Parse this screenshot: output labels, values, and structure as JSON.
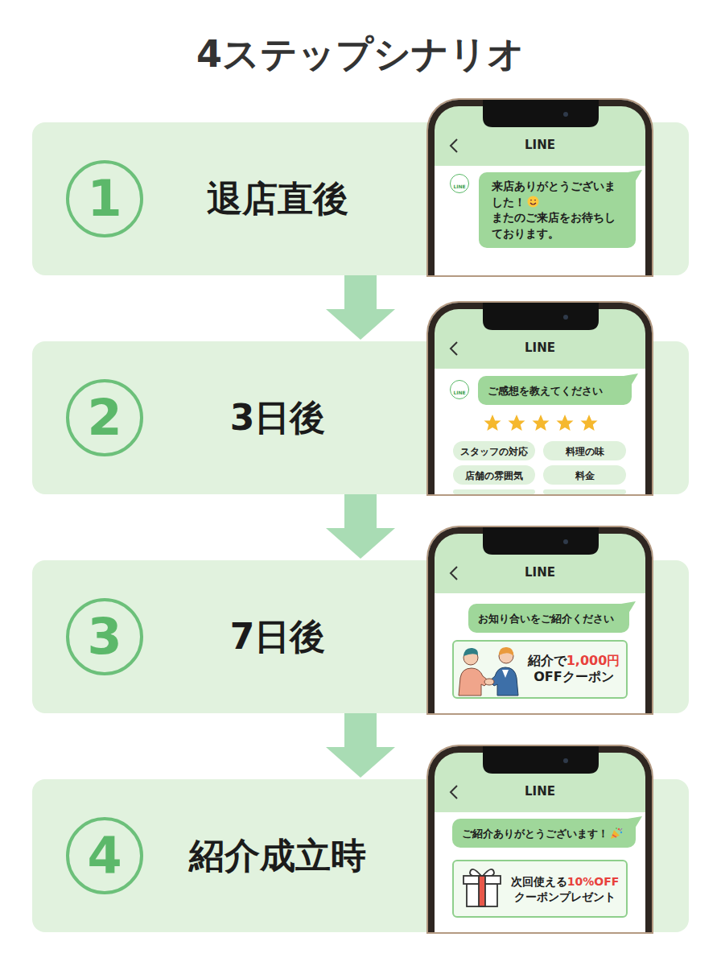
{
  "diagram": {
    "title": "4ステップシナリオ",
    "nodes": [
      {
        "text": [
          "退店直後"
        ]
      },
      {
        "text": [
          "1"
        ],
        "in": 0
      },
      {
        "text": [
          "LINE"
        ],
        "in": 0
      },
      {
        "text": [
          "LINE"
        ],
        "in": 2
      },
      {
        "text": [
          "来店ありがとうございました！",
          "またのご来店をお待ちしております。"
        ],
        "in": 2
      },
      {
        "text": [
          "3日後"
        ]
      },
      {
        "text": [
          "2"
        ],
        "in": 5
      },
      {
        "text": [
          "LINE"
        ],
        "in": 5
      },
      {
        "text": [
          "LINE"
        ],
        "in": 7
      },
      {
        "text": [
          "ご感想を教えてください"
        ],
        "in": 7
      },
      {
        "text": [
          "スタッフの対応"
        ],
        "in": 7
      },
      {
        "text": [
          "料理の味"
        ],
        "in": 7
      },
      {
        "text": [
          "店舗の雰囲気"
        ],
        "in": 7
      },
      {
        "text": [
          "料金"
        ],
        "in": 7
      },
      {
        "text": [
          "7日後"
        ]
      },
      {
        "text": [
          "3"
        ],
        "in": 14
      },
      {
        "text": [
          "LINE"
        ],
        "in": 14
      },
      {
        "text": [
          "お知り合いをご紹介ください"
        ],
        "in": 16
      },
      {
        "text": [
          "紹介で",
          "1,000円",
          "OFFクーポン"
        ],
        "in": 16
      },
      {
        "text": [
          "紹介成立時"
        ]
      },
      {
        "text": [
          "4"
        ],
        "in": 19
      },
      {
        "text": [
          "LINE"
        ],
        "in": 19
      },
      {
        "text": [
          "ご紹介ありがとうございます！"
        ],
        "in": 21
      },
      {
        "text": [
          "次回使える",
          "10%OFF",
          "クーポンプレゼント"
        ],
        "in": 21
      }
    ],
    "edges": [
      {
        "from": 0,
        "to": 5,
        "arrow": "to"
      },
      {
        "from": 5,
        "to": 14,
        "arrow": "to"
      },
      {
        "from": 14,
        "to": 19,
        "arrow": "to"
      }
    ]
  }
}
